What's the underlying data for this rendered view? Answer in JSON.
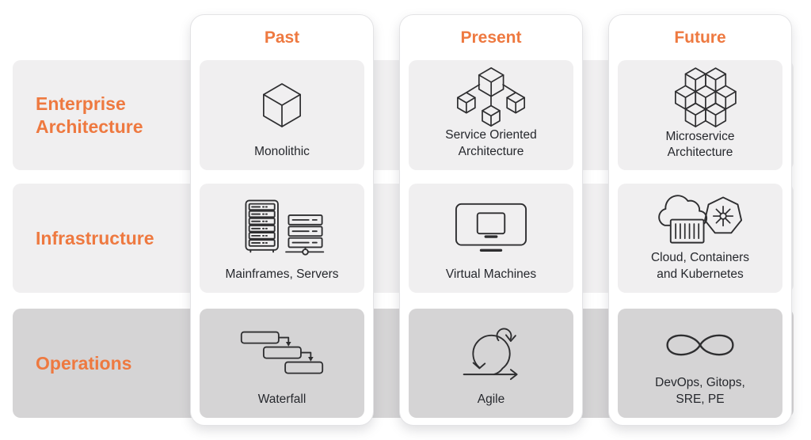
{
  "palette": {
    "orange": "#ee7940",
    "band_light": "#f0eff0",
    "band_dark": "#d5d4d5",
    "card_bg": "#ffffff",
    "card_border": "#e3e3e5",
    "text_dark": "#26282d",
    "icon_stroke": "#2e2e30",
    "page_bg": "#ffffff"
  },
  "rows": [
    {
      "label": "Enterprise Architecture"
    },
    {
      "label": "Infrastructure"
    },
    {
      "label": "Operations"
    }
  ],
  "columns": [
    {
      "title": "Past",
      "cells": [
        {
          "label": "Monolithic",
          "icon": "cube-icon"
        },
        {
          "label": "Mainframes, Servers",
          "icon": "mainframe-server-icon"
        },
        {
          "label": "Waterfall",
          "icon": "waterfall-icon"
        }
      ]
    },
    {
      "title": "Present",
      "cells": [
        {
          "label": "Service Oriented Architecture",
          "icon": "soa-cubes-icon"
        },
        {
          "label": "Virtual Machines",
          "icon": "virtual-machine-icon"
        },
        {
          "label": "Agile",
          "icon": "agile-loop-icon"
        }
      ]
    },
    {
      "title": "Future",
      "cells": [
        {
          "label": "Microservice Architecture",
          "icon": "microservices-cubes-icon"
        },
        {
          "label": "Cloud, Containers and Kubernetes",
          "icon": "cloud-container-kubernetes-icon"
        },
        {
          "label": "DevOps, Gitops, SRE, PE",
          "icon": "infinity-icon"
        }
      ]
    }
  ]
}
